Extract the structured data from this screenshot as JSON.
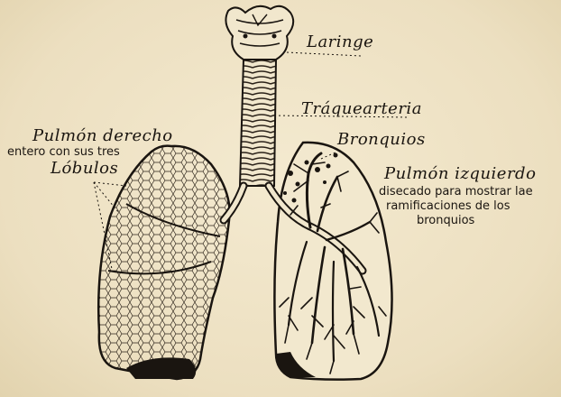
{
  "labels": {
    "laringe": "Laringe",
    "traquearteria": "Tráquearteria",
    "bronquios": "Bronquios",
    "pulmon_derecho": "Pulmón derecho",
    "entero": "entero con sus tres",
    "lobulos": "Lóbulos",
    "pulmon_izquierdo": "Pulmón izquierdo",
    "disecado": "disecado para mostrar lae",
    "ramificaciones": "ramificaciones de los",
    "bronquios_small": "bronquios"
  },
  "colors": {
    "paper": "#efe4c7",
    "ink": "#1a1510"
  }
}
